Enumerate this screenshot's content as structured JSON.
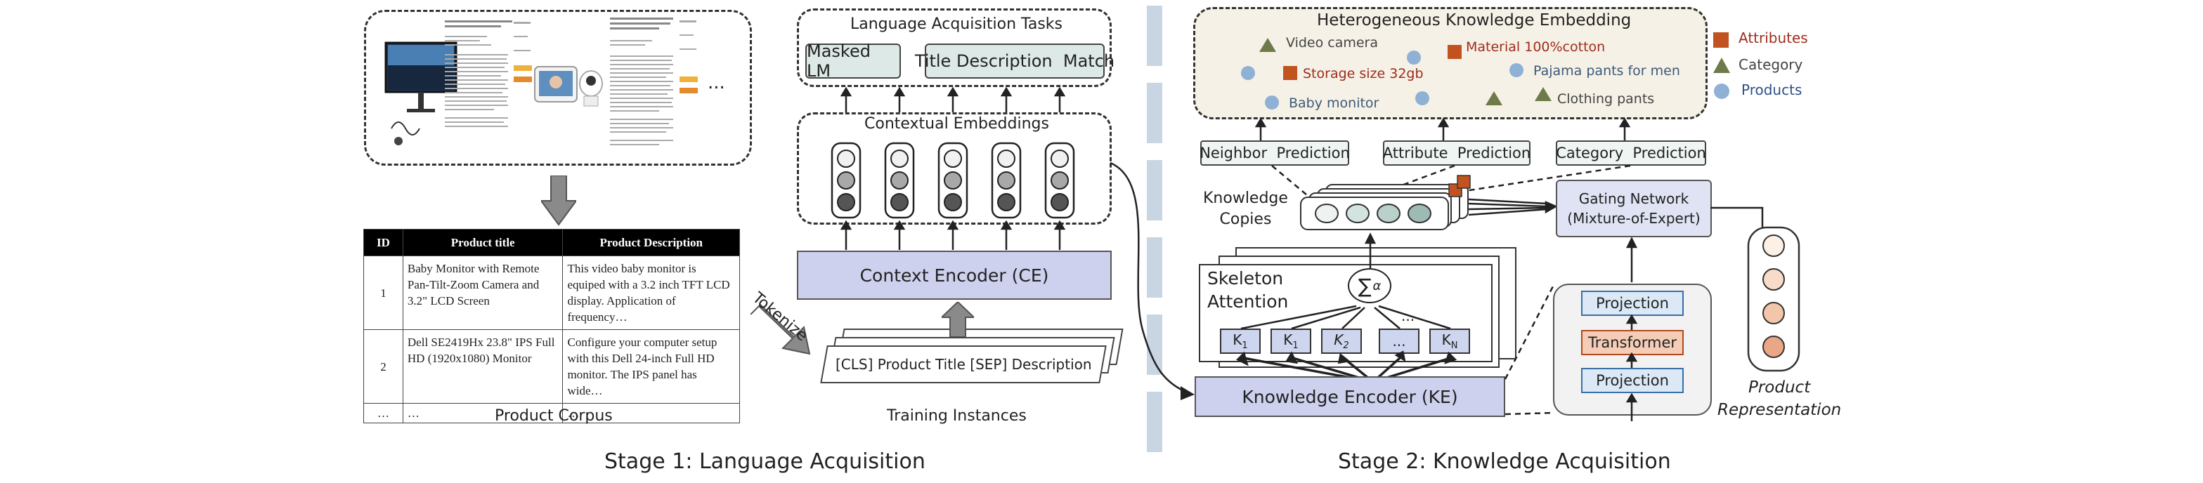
{
  "stage1": {
    "title": "Stage 1: Language Acquisition",
    "corpus_label": "Product Corpus",
    "corpus_ellipsis": "...",
    "table": {
      "headers": [
        "ID",
        "Product title",
        "Product Description"
      ],
      "rows": [
        [
          "1",
          "Baby Monitor with Remote Pan-Tilt-Zoom Camera and 3.2\" LCD Screen",
          "This video baby monitor is equiped with a 3.2 inch TFT LCD display. Application of frequency…"
        ],
        [
          "2",
          "Dell SE2419Hx 23.8\" IPS Full HD (1920x1080) Monitor",
          "Configure your computer setup with this Dell 24-inch Full HD monitor. The IPS panel has wide…"
        ],
        [
          "…",
          "…",
          "…"
        ]
      ]
    },
    "tokenize_label": "Tokenize",
    "instance_text": "[CLS] Product Title [SEP] Description",
    "training_label": "Training Instances",
    "encoder_label": "Context Encoder (CE)",
    "contextual_label": "Contextual Embeddings",
    "tasks_title": "Language Acquisition Tasks",
    "tasks": [
      "Masked LM",
      "Title Description  Match"
    ]
  },
  "stage2": {
    "title": "Stage 2: Knowledge Acquisition",
    "hke_title": "Heterogeneous Knowledge Embedding",
    "nodes": {
      "video_camera": "Video camera",
      "material": "Material 100%cotton",
      "storage": "Storage size 32gb",
      "pajama": "Pajama pants for men",
      "baby_monitor": "Baby monitor",
      "clothing": "Clothing pants"
    },
    "legend": [
      {
        "label": "Attributes",
        "color": "#c0531f",
        "shape": "square"
      },
      {
        "label": "Category",
        "color": "#6e7a4a",
        "shape": "triangle"
      },
      {
        "label": "Products",
        "color": "#8fb1d6",
        "shape": "circle"
      }
    ],
    "predictions": [
      "Neighbor  Prediction",
      "Attribute  Prediction",
      "Category  Prediction"
    ],
    "knowledge_copies_label": "Knowledge\nCopies",
    "skeleton_label": "Skeleton\nAttention",
    "sigma_label": "∑",
    "alpha_label": "α",
    "k_labels": [
      "K1",
      "K1",
      "K2",
      "...",
      "KN"
    ],
    "k_ellipsis": "...",
    "gating_label": "Gating Network\n(Mixture-of-Expert)",
    "projection_label": "Projection",
    "transformer_label": "Transformer",
    "ke_label": "Knowledge Encoder (KE)",
    "product_repr_label": "Product\nRepresentation"
  },
  "colors": {
    "encoder_fill": "#cdd1ee",
    "teal_fill": "#dde9e6",
    "beige_fill": "#f6f1e6",
    "transformer_fill": "#f5cdb6",
    "output_circle": "#f3d1bb",
    "divider": "#c8d5e3"
  }
}
